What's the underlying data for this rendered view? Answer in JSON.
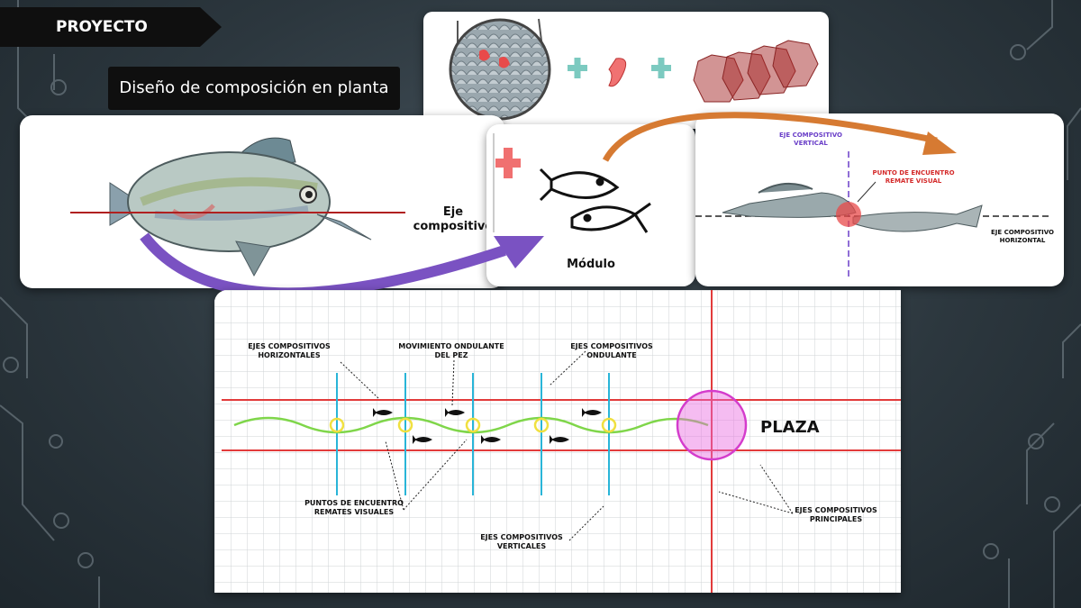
{
  "header": {
    "tag_label": "PROYECTO",
    "subtitle": "Diseño de composición en planta"
  },
  "card_fish": {
    "axis_label": "Eje compositivo"
  },
  "card_module": {
    "label": "Módulo"
  },
  "card_analysis": {
    "vertical_label": [
      "EJE COMPOSITIVO",
      "VERTICAL"
    ],
    "meeting_label": [
      "PUNTO DE ENCUENTRO",
      "REMATE VISUAL"
    ],
    "horizontal_label": [
      "EJE COMPOSITIVO",
      "HORIZONTAL"
    ]
  },
  "plan": {
    "horizontal_axes_label": [
      "EJES COMPOSITIVOS",
      "HORIZONTALES"
    ],
    "wave_movement_label": [
      "MOVIMIENTO ONDULANTE",
      "DEL PEZ"
    ],
    "undulating_axes_label": [
      "EJES COMPOSITIVOS",
      "ONDULANTE"
    ],
    "plaza_label": "PLAZA",
    "meeting_points_label": [
      "PUNTOS DE ENCUENTRO",
      "REMATES VISUALES"
    ],
    "vertical_axes_label": [
      "EJES COMPOSITIVOS",
      "VERTICALES"
    ],
    "main_axes_label": [
      "EJES COMPOSITIVOS",
      "PRINCIPALES"
    ]
  },
  "colors": {
    "red_axis": "#e23b3b",
    "blue_axis": "#29b5d8",
    "wave_green": "#7fd64a",
    "plaza_pink": "#e86be0",
    "arrow_purple": "#7a52c2",
    "arrow_orange": "#d67a32",
    "plus_teal": "#7ccac0",
    "plus_red": "#f07070"
  }
}
